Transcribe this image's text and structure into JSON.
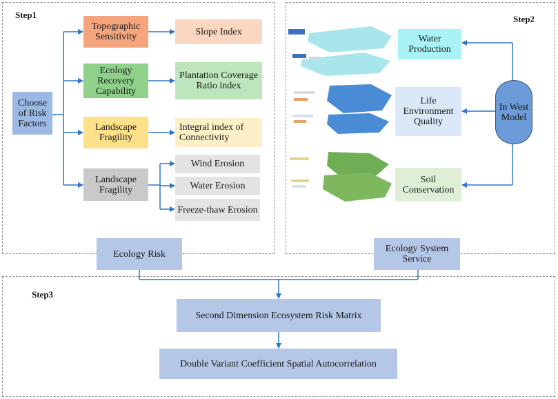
{
  "steps": {
    "step1": "Step1",
    "step2": "Step2",
    "step3": "Step3"
  },
  "step1": {
    "choose": "Choose of Risk Factors",
    "factors": [
      "Topographic Sensitivity",
      "Ecology Recovery Capability",
      "Landscape Fragility",
      "Landscape Fragility"
    ],
    "indices": [
      "Slope Index",
      "Plantation Coverage Ratio index",
      "Integral index of Connectivity"
    ],
    "erosion": [
      "Wind Erosion",
      "Water Erosion",
      "Freeze-thaw Erosion"
    ]
  },
  "step2": {
    "services": [
      "Water Production",
      "Life Environment Quality",
      "Soil Conservation"
    ],
    "model": "In West Model"
  },
  "outputs": {
    "ecology_risk": "Ecology Risk",
    "ecosystem_service": "Ecology System Service"
  },
  "step3": {
    "matrix": "Second Dimension Ecosystem Risk Matrix",
    "autocorrelation": "Double Variant Coefficient Spatial Autocorrelation"
  },
  "colors": {
    "choose": "#9cb9e4",
    "orange": "#f4a57e",
    "orange_light": "#fbd6c0",
    "green": "#8fd18a",
    "green_light": "#bfe5bd",
    "yellow": "#fde08a",
    "yellow_light": "#fdf0c8",
    "gray": "#c9c9c9",
    "gray_light": "#e3e3e3",
    "cyan": "#a9f3f7",
    "pale_blue": "#dbe8f7",
    "pale_green": "#deefd6",
    "model": "#6b9bd8",
    "output": "#b4c7e7",
    "arrow": "#2e75c9"
  }
}
